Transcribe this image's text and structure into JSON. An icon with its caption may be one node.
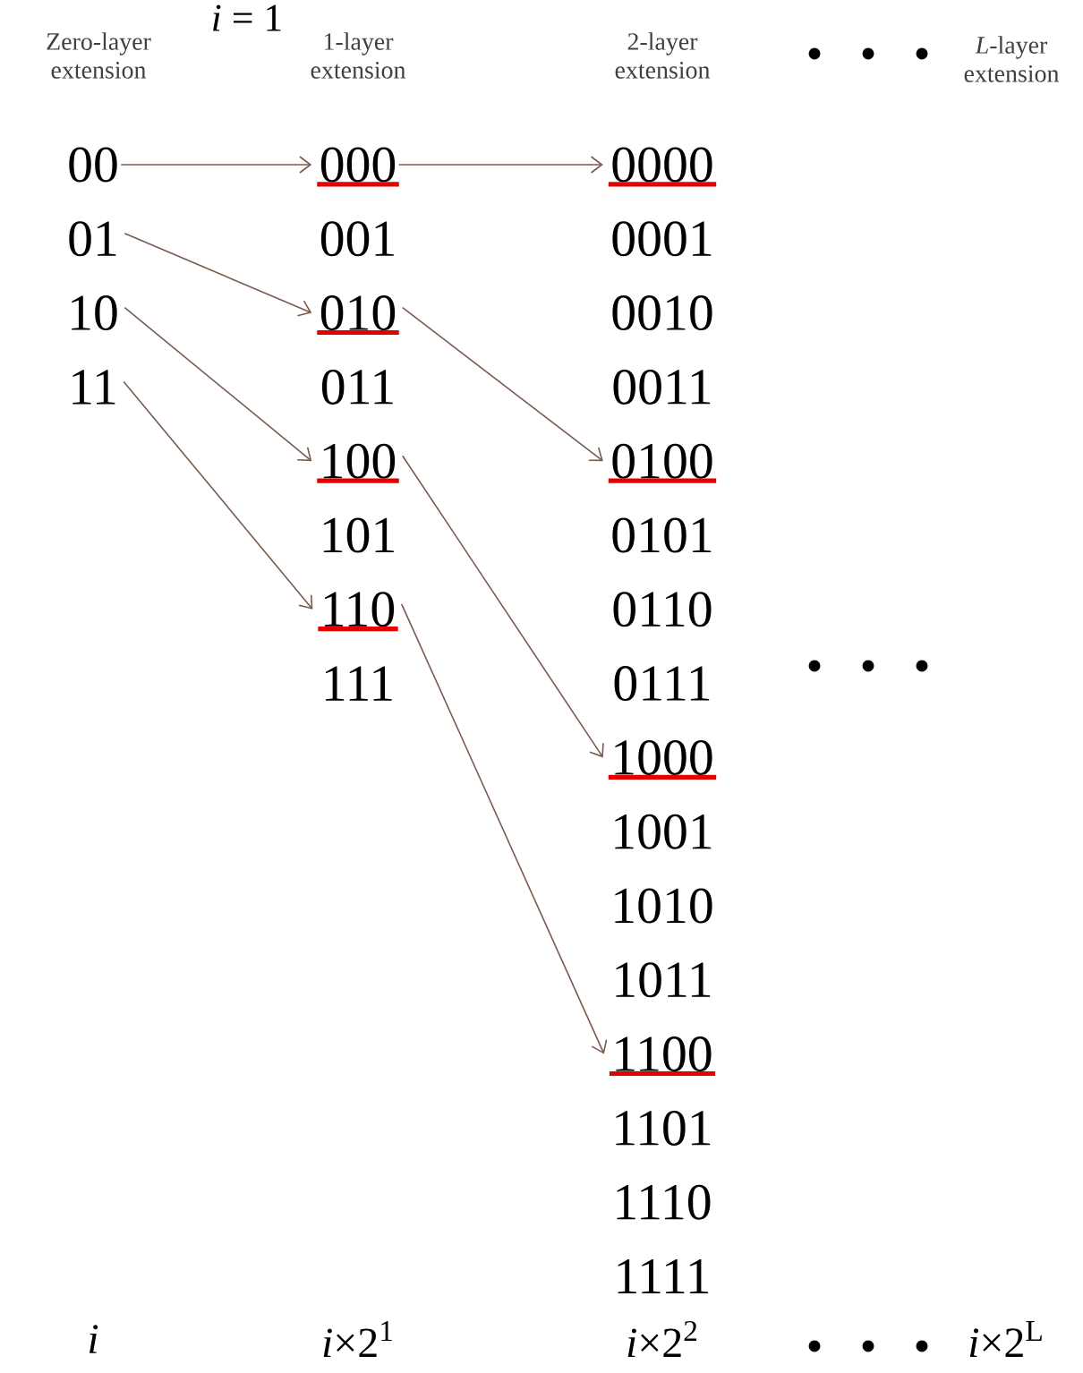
{
  "diagram": {
    "nodes": [
      {
        "text": [
          "00"
        ]
      },
      {
        "text": [
          "01"
        ]
      },
      {
        "text": [
          "10"
        ]
      },
      {
        "text": [
          "11"
        ]
      },
      {
        "text": [
          "000"
        ]
      },
      {
        "text": [
          "001"
        ]
      },
      {
        "text": [
          "010"
        ]
      },
      {
        "text": [
          "011"
        ]
      },
      {
        "text": [
          "100"
        ]
      },
      {
        "text": [
          "101"
        ]
      },
      {
        "text": [
          "110"
        ]
      },
      {
        "text": [
          "111"
        ]
      },
      {
        "text": [
          "0000"
        ]
      },
      {
        "text": [
          "0001"
        ]
      },
      {
        "text": [
          "0010"
        ]
      },
      {
        "text": [
          "0011"
        ]
      },
      {
        "text": [
          "0100"
        ]
      },
      {
        "text": [
          "0101"
        ]
      },
      {
        "text": [
          "0110"
        ]
      },
      {
        "text": [
          "0111"
        ]
      },
      {
        "text": [
          "1000"
        ]
      },
      {
        "text": [
          "1001"
        ]
      },
      {
        "text": [
          "1010"
        ]
      },
      {
        "text": [
          "1011"
        ]
      },
      {
        "text": [
          "1100"
        ]
      },
      {
        "text": [
          "1101"
        ]
      },
      {
        "text": [
          "1110"
        ]
      },
      {
        "text": [
          "1111"
        ]
      }
    ],
    "edges": [
      {
        "from": 0,
        "to": 4,
        "arrow": "to"
      },
      {
        "from": 4,
        "to": 12,
        "arrow": "to"
      },
      {
        "from": 1,
        "to": 6,
        "arrow": "to"
      },
      {
        "from": 2,
        "to": 8,
        "arrow": "to"
      },
      {
        "from": 3,
        "to": 10,
        "arrow": "to"
      },
      {
        "from": 6,
        "to": 16,
        "arrow": "to"
      },
      {
        "from": 8,
        "to": 20,
        "arrow": "to"
      },
      {
        "from": 10,
        "to": 24,
        "arrow": "to"
      }
    ],
    "labels": [
      "*i* = 1",
      "Zero-layer extension",
      "1-layer extension",
      "2-layer extension",
      "*L*-layer extension",
      "*i*",
      "*i*×2$^{1}$",
      "*i*×2$^{2}$",
      "*i*×2$^{L}$"
    ]
  }
}
